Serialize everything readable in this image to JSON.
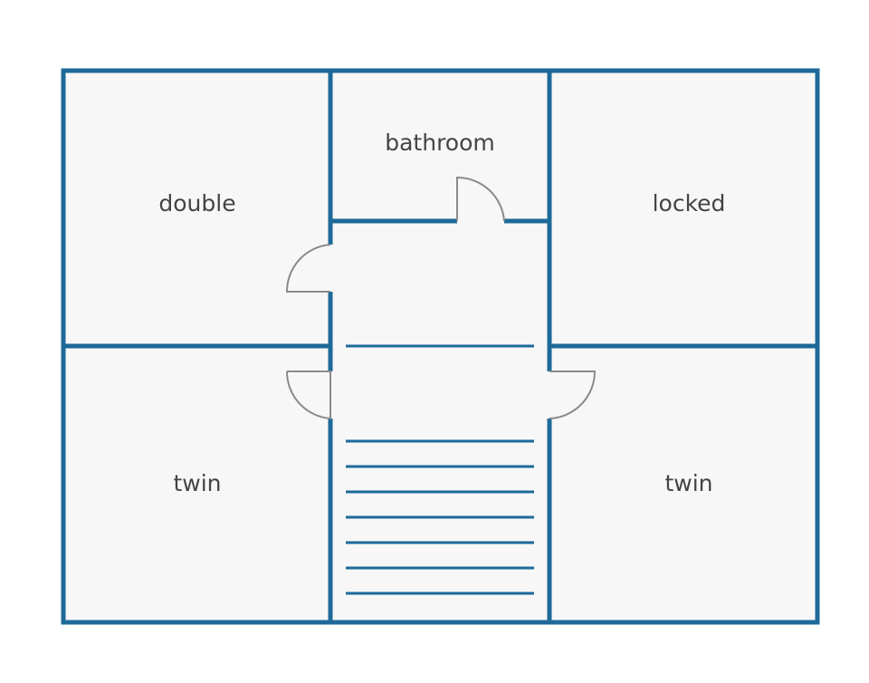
{
  "rooms": {
    "top_left": "double",
    "top_middle": "bathroom",
    "top_right": "locked",
    "bottom_left": "twin",
    "bottom_right": "twin"
  },
  "colors": {
    "wall": "#1d6a99",
    "floor": "#f7f7f7",
    "door": "#8a8a8a",
    "label": "#444444"
  }
}
